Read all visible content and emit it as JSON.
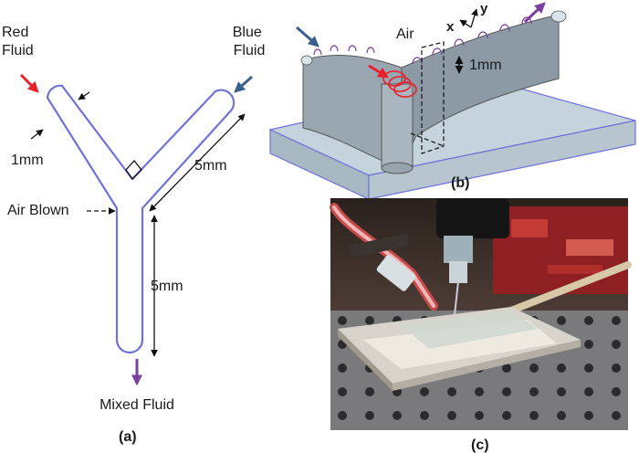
{
  "panel_a": {
    "red_fluid": [
      "Red",
      "Fluid"
    ],
    "blue_fluid": [
      "Blue",
      "Fluid"
    ],
    "width_label": "1mm",
    "arm_label": "5mm",
    "stem_label": "5mm",
    "air_blown": "Air Blown",
    "mixed_fluid": "Mixed Fluid",
    "caption": "(a)"
  },
  "panel_b": {
    "air_label": "Air",
    "x_axis": "x",
    "y_axis": "y",
    "height_label": "1mm",
    "caption": "(b)"
  },
  "panel_c": {
    "caption": "(c)"
  },
  "colors": {
    "red_arrow": "#e8202a",
    "blue_arrow": "#3a5f8f",
    "purple_arrow": "#7b3f9e",
    "channel_outline": "#6f72d8",
    "base_top": "#c4d3dc",
    "wall": "#9aa7b1"
  }
}
